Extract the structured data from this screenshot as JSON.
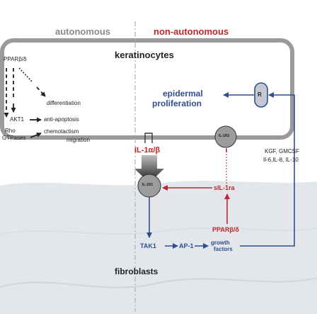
{
  "headers": {
    "autonomous": "autonomous",
    "non_autonomous": "non-autonomous"
  },
  "keratinocytes": {
    "title": "keratinocytes",
    "ppar": "PPARβ/δ",
    "differentiation": "differentiation",
    "akt1": "AKT1",
    "anti_apoptosis": "anti-apoptosis",
    "rho_line1": "Rho",
    "rho_line2": "GTPases",
    "chemotactism": "chemotactism",
    "migration": "migration"
  },
  "epidermal": {
    "line1": "epidermal",
    "line2": "proliferation"
  },
  "receptors": {
    "r": "R",
    "il1r2": "IL-1R2",
    "il1r1": "IL-1R1"
  },
  "il1": "IL-1α/β",
  "sil1ra": "sIL-1ra",
  "ppar_fibro": "PPARβ/δ",
  "cytokines": {
    "line1": "KGF, GMCSF",
    "line2": "Il-6,IL-8, IL-10"
  },
  "fibroblasts": {
    "title": "fibroblasts",
    "tak1": "TAK1",
    "ap1": "AP-1",
    "growth_line1": "growth",
    "growth_line2": "factors"
  },
  "colors": {
    "red": "#c0262c",
    "blue": "#2f4f8f",
    "gray_box": "#9a9a9a",
    "fibro_band": "#e3e7ec"
  }
}
